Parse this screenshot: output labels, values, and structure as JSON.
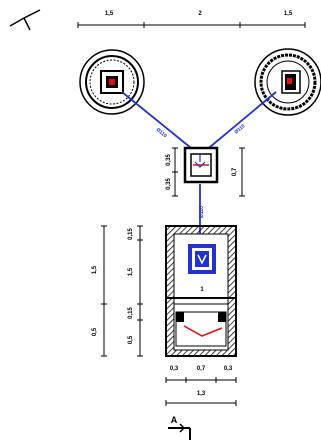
{
  "top_dims": [
    "1,5",
    "2",
    "1,5"
  ],
  "pipe_labels": [
    "Ø110",
    "Ø110",
    "Ø110"
  ],
  "valve_dims_left": [
    "0,35",
    "0,35"
  ],
  "valve_dim_right": "0,7",
  "tank_label": "1",
  "left_dims": [
    "1,5",
    "0,15",
    "1,5",
    "0,15",
    "0,5",
    "0,5"
  ],
  "bottom_dims_small": [
    "0,3",
    "0,7",
    "0,3"
  ],
  "bottom_dim_total": "1,3",
  "section_label": "A"
}
